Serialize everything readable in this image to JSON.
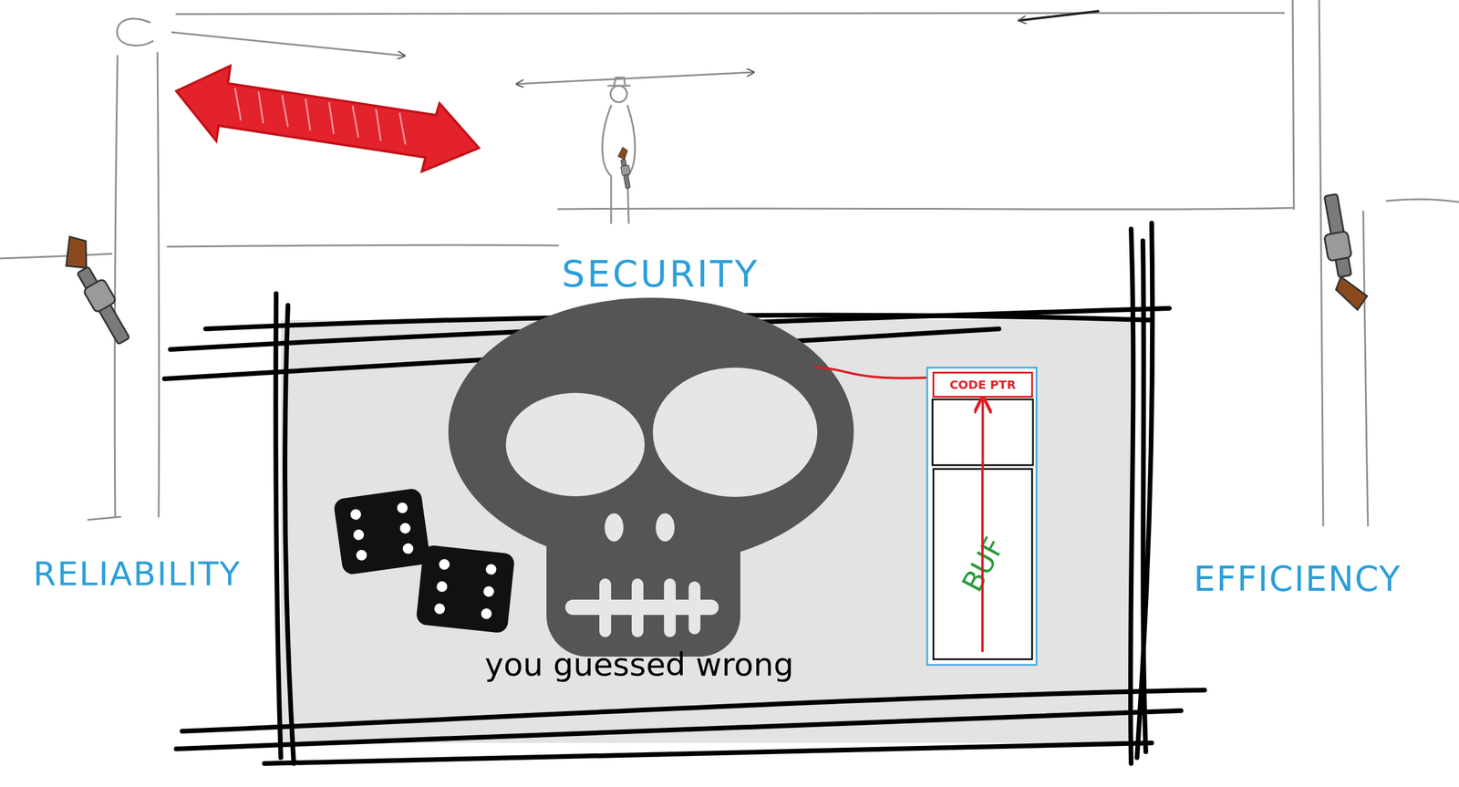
{
  "diagram": {
    "nodes": [
      {
        "text": [
          "CODE PTR"
        ]
      },
      {
        "text": [
          "BUF"
        ]
      }
    ],
    "edges": [
      {
        "from": 1,
        "to": 0,
        "arrow": "to"
      }
    ],
    "labels": [
      "SECURITY",
      "RELIABILITY",
      "EFFICIENCY",
      "you guessed wrong"
    ]
  }
}
